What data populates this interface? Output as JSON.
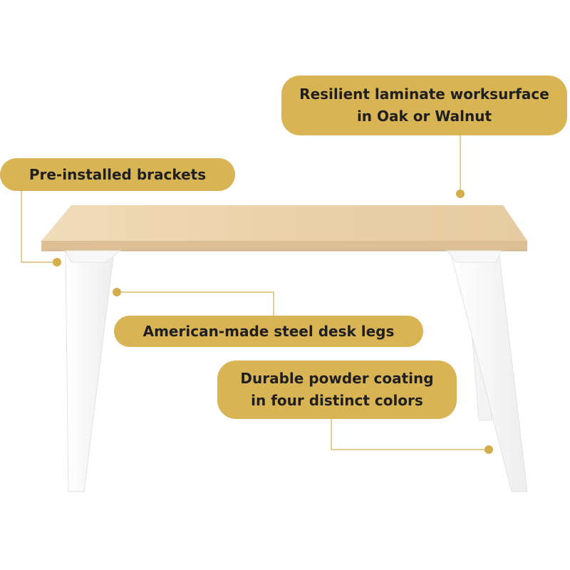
{
  "colors": {
    "callout_fill": "#d9b454",
    "leader_line": "#d4ad4c",
    "desk_top": "#ebd3ad",
    "desk_edge": "#d7b98c",
    "legs": "#ffffff"
  },
  "callouts": {
    "worksurface": {
      "line1": "Resilient laminate worksurface",
      "line2": "in Oak or Walnut"
    },
    "brackets": {
      "line1": "Pre-installed brackets"
    },
    "legs": {
      "line1": "American-made steel desk legs"
    },
    "coating": {
      "line1": "Durable powder coating",
      "line2": "in four distinct colors"
    }
  }
}
